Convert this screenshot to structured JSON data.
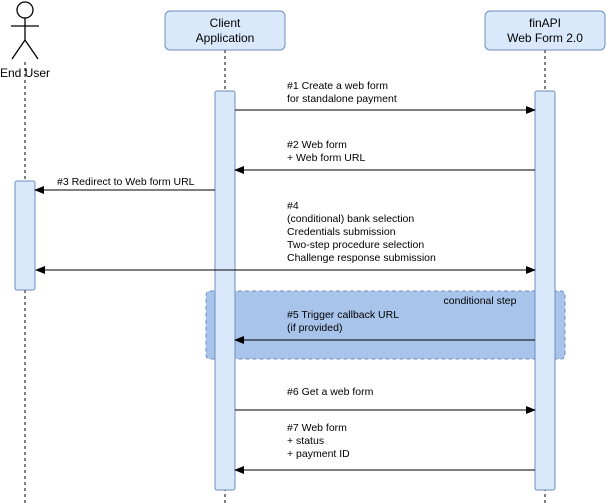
{
  "participants": {
    "end_user": {
      "label": "End User"
    },
    "client": {
      "label_lines": [
        "Client",
        "Application"
      ]
    },
    "finapi": {
      "label_lines": [
        "finAPI",
        "Web Form 2.0"
      ]
    }
  },
  "conditional_frame": {
    "label": "conditional step"
  },
  "messages": [
    {
      "id": "m1",
      "lines": [
        "#1 Create a web form",
        "for standalone payment"
      ]
    },
    {
      "id": "m2",
      "lines": [
        "#2 Web form",
        "+ Web form URL"
      ]
    },
    {
      "id": "m3",
      "lines": [
        "#3 Redirect to Web form URL"
      ]
    },
    {
      "id": "m4",
      "lines": [
        "#4",
        "(conditional) bank selection",
        "Credentials submission",
        "Two-step procedure selection",
        "Challenge response submission"
      ]
    },
    {
      "id": "m5",
      "lines": [
        "#5 Trigger callback URL",
        "(if provided)"
      ]
    },
    {
      "id": "m6",
      "lines": [
        "#6 Get a web form"
      ]
    },
    {
      "id": "m7",
      "lines": [
        "#7 Web form",
        "+ status",
        "+ payment ID"
      ]
    }
  ],
  "colors": {
    "participant_fill": "#dae8fc",
    "participant_stroke": "#6c8ebf",
    "frame_fill": "#a9c4eb",
    "frame_stroke": "#6c8ebf",
    "line": "#000000"
  }
}
